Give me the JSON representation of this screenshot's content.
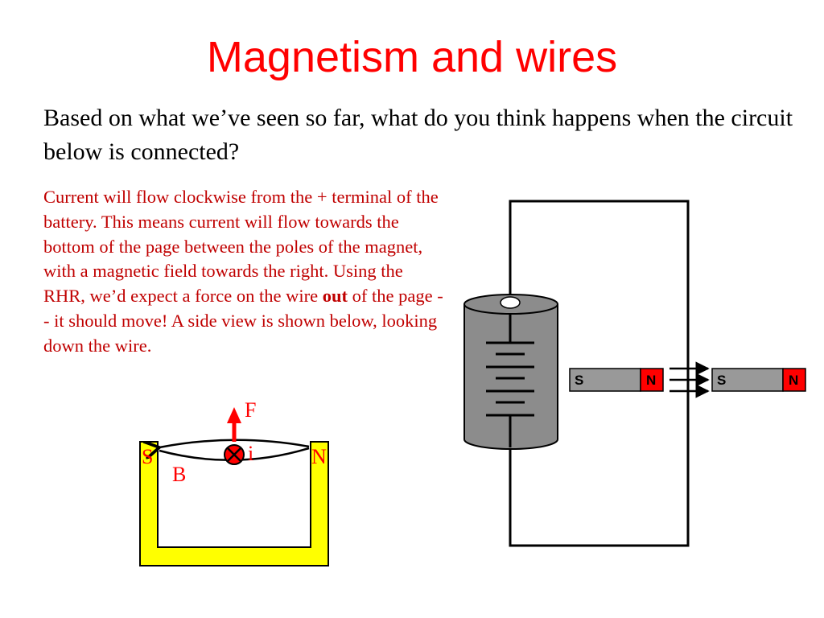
{
  "slide": {
    "title": "Magnetism and wires",
    "question": "Based on what we’ve seen so far, what do you think happens when the circuit below is connected?",
    "explanation": {
      "before_bold": "Current will flow clockwise from the + terminal of the battery. This means current will flow towards the bottom of the page between the poles of the magnet, with a magnetic field towards the right. Using the RHR, we’d expect a force on the wire ",
      "bold": "out",
      "after_bold": " of the page -- it should move! A side view is shown below, looking down the wire."
    }
  },
  "side_view": {
    "force_label": "F",
    "current_label": "i",
    "field_label": "B",
    "south_label": "S",
    "north_label": "N",
    "magnet_color": "#ffff00"
  },
  "circuit": {
    "left_magnet": {
      "south_label": "S",
      "north_label": "N"
    },
    "right_magnet": {
      "south_label": "S",
      "north_label": "N"
    },
    "magnet_gray": "#999999",
    "north_red": "#ff0000",
    "battery_gray": "#8c8c8c"
  },
  "colors": {
    "title": "#ff0000",
    "explanation_text": "#c00000",
    "question_text": "#000000"
  }
}
